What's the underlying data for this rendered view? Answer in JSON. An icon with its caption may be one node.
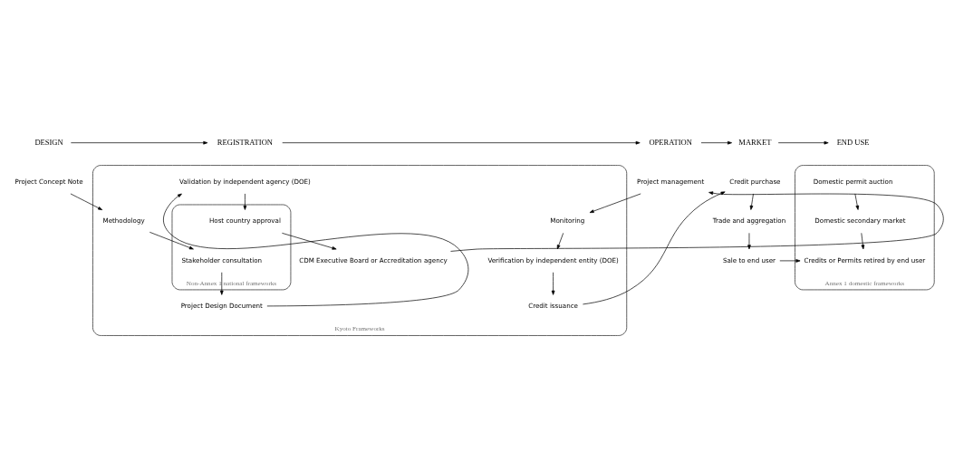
{
  "diagram": {
    "nodes": [
      {
        "text": [
          "DESIGN"
        ]
      },
      {
        "text": [
          "REGISTRATION"
        ]
      },
      {
        "text": [
          "OPERATION"
        ]
      },
      {
        "text": [
          "MARKET"
        ]
      },
      {
        "text": [
          "END USE"
        ]
      },
      {
        "text": [
          "Kyoto Frameworks"
        ]
      },
      {
        "text": [
          "Non-Annex 1 national frameworks"
        ],
        "in": 5
      },
      {
        "text": [
          "Annex 1 domestic frameworks"
        ]
      },
      {
        "text": [
          "Project Concept Note"
        ]
      },
      {
        "text": [
          "Methodology"
        ],
        "in": 5
      },
      {
        "text": [
          "Stakeholder consultation"
        ],
        "in": 6
      },
      {
        "text": [
          "Project Design Document"
        ],
        "in": 5
      },
      {
        "text": [
          "Validation by independent agency (DOE)"
        ],
        "in": 5
      },
      {
        "text": [
          "Host country approval"
        ],
        "in": 6
      },
      {
        "text": [
          "CDM Executive Board or Accreditation agency"
        ],
        "in": 5
      },
      {
        "text": [
          "Project management"
        ]
      },
      {
        "text": [
          "Monitoring"
        ],
        "in": 5
      },
      {
        "text": [
          "Verification by independent entity (DOE)"
        ],
        "in": 5
      },
      {
        "text": [
          "Credit issuance"
        ],
        "in": 5
      },
      {
        "text": [
          "Credit purchase"
        ]
      },
      {
        "text": [
          "Trade and aggregation"
        ]
      },
      {
        "text": [
          "Sale to end user"
        ]
      },
      {
        "text": [
          "Domestic permit auction"
        ],
        "in": 7
      },
      {
        "text": [
          "Domestic secondary market"
        ],
        "in": 7
      },
      {
        "text": [
          "Credits or Permits retired by end user"
        ],
        "in": 7
      }
    ],
    "edges": [
      {
        "from": 0,
        "to": 1,
        "arrow": "to"
      },
      {
        "from": 1,
        "to": 2,
        "arrow": "to"
      },
      {
        "from": 2,
        "to": 3,
        "arrow": "to"
      },
      {
        "from": 3,
        "to": 4,
        "arrow": "to"
      },
      {
        "from": 8,
        "to": 9,
        "arrow": "to"
      },
      {
        "from": 9,
        "to": 10,
        "arrow": "to"
      },
      {
        "from": 10,
        "to": 11,
        "arrow": "to"
      },
      {
        "from": 11,
        "to": 12,
        "arrow": "to"
      },
      {
        "from": 12,
        "to": 13,
        "arrow": "to"
      },
      {
        "from": 13,
        "to": 14,
        "arrow": "to"
      },
      {
        "from": 14,
        "to": 15,
        "arrow": "to"
      },
      {
        "from": 15,
        "to": 16,
        "arrow": "to"
      },
      {
        "from": 16,
        "to": 17,
        "arrow": "to"
      },
      {
        "from": 17,
        "to": 18,
        "arrow": "to"
      },
      {
        "from": 18,
        "to": 19,
        "arrow": "to"
      },
      {
        "from": 19,
        "to": 20,
        "arrow": "to"
      },
      {
        "from": 20,
        "to": 21,
        "arrow": "to"
      },
      {
        "from": 21,
        "to": 24,
        "arrow": "to"
      },
      {
        "from": 22,
        "to": 23,
        "arrow": "to"
      },
      {
        "from": 23,
        "to": 24,
        "arrow": "to"
      }
    ]
  }
}
